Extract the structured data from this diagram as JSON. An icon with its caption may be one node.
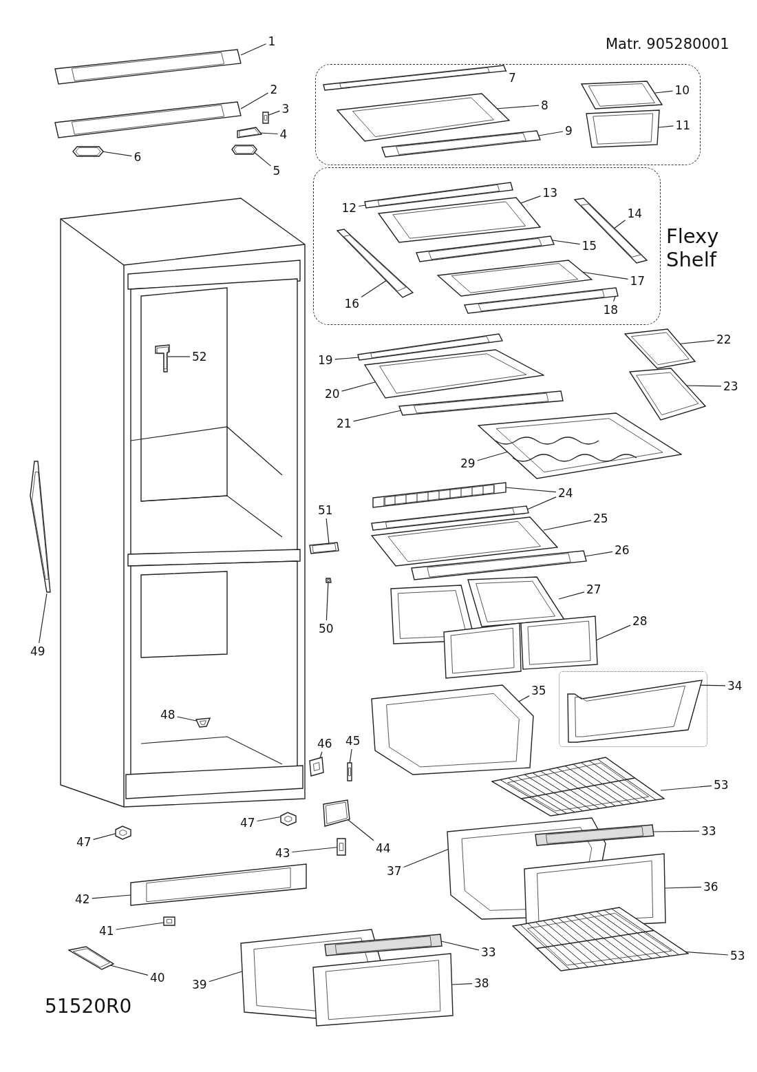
{
  "diagram": {
    "nodes": [
      {
        "text": [],
        "shape": "box"
      },
      {
        "text": [],
        "shape": "box",
        "beside": [
          "Flexy Shelf"
        ]
      },
      {
        "text": [],
        "shape": "box"
      },
      {
        "text": [
          "1"
        ]
      },
      {
        "text": [
          "2"
        ]
      },
      {
        "text": [
          "3"
        ]
      },
      {
        "text": [
          "4"
        ]
      },
      {
        "text": [
          "6"
        ]
      },
      {
        "text": [
          "5"
        ]
      },
      {
        "text": [
          "7"
        ],
        "in": 0
      },
      {
        "text": [
          "8"
        ],
        "in": 0
      },
      {
        "text": [
          "9"
        ],
        "in": 0
      },
      {
        "text": [
          "10"
        ],
        "in": 0
      },
      {
        "text": [
          "11"
        ],
        "in": 0
      },
      {
        "text": [
          "12"
        ],
        "in": 1
      },
      {
        "text": [
          "13"
        ],
        "in": 1
      },
      {
        "text": [
          "14"
        ],
        "in": 1
      },
      {
        "text": [
          "15"
        ],
        "in": 1
      },
      {
        "text": [
          "16"
        ],
        "in": 1
      },
      {
        "text": [
          "17"
        ],
        "in": 1
      },
      {
        "text": [
          "18"
        ],
        "in": 1
      },
      {
        "text": [
          "52"
        ]
      },
      {
        "text": [
          "22"
        ]
      },
      {
        "text": [
          "19"
        ]
      },
      {
        "text": [
          "20"
        ]
      },
      {
        "text": [
          "23"
        ]
      },
      {
        "text": [
          "21"
        ]
      },
      {
        "text": [
          "29"
        ]
      },
      {
        "text": [
          "49"
        ]
      },
      {
        "text": [
          "24"
        ]
      },
      {
        "text": [
          "25"
        ]
      },
      {
        "text": [
          "26"
        ]
      },
      {
        "text": [
          "51"
        ]
      },
      {
        "text": [
          "27"
        ]
      },
      {
        "text": [
          "50"
        ]
      },
      {
        "text": [
          "28"
        ]
      },
      {
        "text": [
          "35"
        ]
      },
      {
        "text": [
          "34"
        ]
      },
      {
        "text": [
          "48"
        ]
      },
      {
        "text": [
          "46"
        ]
      },
      {
        "text": [
          "45"
        ]
      },
      {
        "text": [
          "53"
        ]
      },
      {
        "text": [
          "47"
        ]
      },
      {
        "text": [
          "47"
        ]
      },
      {
        "text": [
          "44"
        ]
      },
      {
        "text": [
          "43"
        ]
      },
      {
        "text": [
          "33"
        ]
      },
      {
        "text": [
          "37"
        ]
      },
      {
        "text": [
          "36"
        ]
      },
      {
        "text": [
          "42"
        ]
      },
      {
        "text": [
          "41"
        ]
      },
      {
        "text": [
          "40"
        ]
      },
      {
        "text": [
          "33"
        ]
      },
      {
        "text": [
          "39"
        ]
      },
      {
        "text": [
          "38"
        ]
      },
      {
        "text": [
          "53"
        ]
      },
      {
        "text": [],
        "shape": "picture"
      },
      {
        "text": [],
        "shape": "picture"
      },
      {
        "text": [],
        "shape": "picture"
      },
      {
        "text": [],
        "shape": "picture"
      },
      {
        "text": [],
        "shape": "picture"
      },
      {
        "text": [],
        "shape": "picture"
      },
      {
        "text": [],
        "shape": "picture",
        "in": 0
      },
      {
        "text": [],
        "shape": "picture",
        "in": 0
      },
      {
        "text": [],
        "shape": "picture",
        "in": 0
      },
      {
        "text": [],
        "shape": "picture",
        "in": 0
      },
      {
        "text": [],
        "shape": "picture",
        "in": 0
      },
      {
        "text": [],
        "shape": "picture",
        "in": 1
      },
      {
        "text": [],
        "shape": "picture",
        "in": 1
      },
      {
        "text": [],
        "shape": "picture",
        "in": 1
      },
      {
        "text": [],
        "shape": "picture",
        "in": 1
      },
      {
        "text": [],
        "shape": "picture",
        "in": 1
      },
      {
        "text": [],
        "shape": "picture",
        "in": 1
      },
      {
        "text": [],
        "shape": "picture",
        "in": 1
      },
      {
        "text": [],
        "shape": "picture"
      },
      {
        "text": [],
        "shape": "picture"
      },
      {
        "text": [],
        "shape": "picture"
      },
      {
        "text": [],
        "shape": "picture"
      },
      {
        "text": [],
        "shape": "picture"
      },
      {
        "text": [],
        "shape": "picture"
      },
      {
        "text": [],
        "shape": "picture"
      },
      {
        "text": [],
        "shape": "picture"
      },
      {
        "text": [],
        "shape": "picture"
      },
      {
        "text": [],
        "shape": "picture"
      },
      {
        "text": [],
        "shape": "picture"
      },
      {
        "text": [],
        "shape": "picture"
      },
      {
        "text": [],
        "shape": "picture"
      },
      {
        "text": [],
        "shape": "picture"
      },
      {
        "text": [],
        "shape": "picture"
      },
      {
        "text": [],
        "shape": "picture"
      },
      {
        "text": [],
        "shape": "picture"
      },
      {
        "text": [],
        "shape": "picture"
      },
      {
        "text": [],
        "shape": "picture"
      },
      {
        "text": [],
        "shape": "picture",
        "in": 2
      },
      {
        "text": [],
        "shape": "picture"
      },
      {
        "text": [],
        "shape": "picture"
      },
      {
        "text": [],
        "shape": "picture"
      },
      {
        "text": [],
        "shape": "picture"
      },
      {
        "text": [],
        "shape": "picture"
      },
      {
        "text": [],
        "shape": "picture"
      },
      {
        "text": [],
        "shape": "picture"
      },
      {
        "text": [],
        "shape": "picture"
      },
      {
        "text": [],
        "shape": "picture"
      },
      {
        "text": [],
        "shape": "picture"
      },
      {
        "text": [],
        "shape": "picture"
      },
      {
        "text": [],
        "shape": "picture"
      },
      {
        "text": [],
        "shape": "picture"
      },
      {
        "text": [],
        "shape": "picture"
      },
      {
        "text": [],
        "shape": "picture"
      },
      {
        "text": [],
        "shape": "picture"
      },
      {
        "text": [],
        "shape": "picture"
      },
      {
        "text": [],
        "shape": "picture"
      }
    ],
    "edges": [
      {
        "from": 3,
        "to": 56,
        "arrow": "none"
      },
      {
        "from": 4,
        "to": 57,
        "arrow": "none"
      },
      {
        "from": 5,
        "to": 58,
        "arrow": "none"
      },
      {
        "from": 6,
        "to": 59,
        "arrow": "none"
      },
      {
        "from": 7,
        "to": 60,
        "arrow": "none"
      },
      {
        "from": 8,
        "to": 61,
        "arrow": "none"
      },
      {
        "from": 9,
        "to": 62,
        "arrow": "none"
      },
      {
        "from": 10,
        "to": 63,
        "arrow": "none"
      },
      {
        "from": 11,
        "to": 64,
        "arrow": "none"
      },
      {
        "from": 12,
        "to": 65,
        "arrow": "none"
      },
      {
        "from": 13,
        "to": 66,
        "arrow": "none"
      },
      {
        "from": 14,
        "to": 67,
        "arrow": "none"
      },
      {
        "from": 15,
        "to": 68,
        "arrow": "none"
      },
      {
        "from": 16,
        "to": 69,
        "arrow": "none"
      },
      {
        "from": 17,
        "to": 70,
        "arrow": "none"
      },
      {
        "from": 18,
        "to": 71,
        "arrow": "none"
      },
      {
        "from": 19,
        "to": 72,
        "arrow": "none"
      },
      {
        "from": 20,
        "to": 73,
        "arrow": "none"
      },
      {
        "from": 21,
        "to": 74,
        "arrow": "none"
      },
      {
        "from": 22,
        "to": 75,
        "arrow": "none"
      },
      {
        "from": 23,
        "to": 76,
        "arrow": "none"
      },
      {
        "from": 24,
        "to": 77,
        "arrow": "none"
      },
      {
        "from": 25,
        "to": 78,
        "arrow": "none"
      },
      {
        "from": 26,
        "to": 79,
        "arrow": "none"
      },
      {
        "from": 27,
        "to": 80,
        "arrow": "none"
      },
      {
        "from": 28,
        "to": 81,
        "arrow": "none"
      },
      {
        "from": 29,
        "to": 82,
        "arrow": "none"
      },
      {
        "from": 29,
        "to": 83,
        "arrow": "none"
      },
      {
        "from": 30,
        "to": 84,
        "arrow": "none"
      },
      {
        "from": 31,
        "to": 85,
        "arrow": "none"
      },
      {
        "from": 32,
        "to": 86,
        "arrow": "none"
      },
      {
        "from": 33,
        "to": 88,
        "arrow": "none"
      },
      {
        "from": 34,
        "to": 91,
        "arrow": "none"
      },
      {
        "from": 35,
        "to": 90,
        "arrow": "none"
      },
      {
        "from": 36,
        "to": 92,
        "arrow": "none"
      },
      {
        "from": 37,
        "to": 93,
        "arrow": "none"
      },
      {
        "from": 38,
        "to": 94,
        "arrow": "none"
      },
      {
        "from": 39,
        "to": 95,
        "arrow": "none"
      },
      {
        "from": 40,
        "to": 96,
        "arrow": "none"
      },
      {
        "from": 41,
        "to": 97,
        "arrow": "none"
      },
      {
        "from": 42,
        "to": 98,
        "arrow": "none"
      },
      {
        "from": 43,
        "to": 99,
        "arrow": "none"
      },
      {
        "from": 44,
        "to": 100,
        "arrow": "none"
      },
      {
        "from": 45,
        "to": 101,
        "arrow": "none"
      },
      {
        "from": 46,
        "to": 103,
        "arrow": "none"
      },
      {
        "from": 47,
        "to": 102,
        "arrow": "none"
      },
      {
        "from": 48,
        "to": 104,
        "arrow": "none"
      },
      {
        "from": 49,
        "to": 105,
        "arrow": "none"
      },
      {
        "from": 50,
        "to": 106,
        "arrow": "none"
      },
      {
        "from": 51,
        "to": 107,
        "arrow": "none"
      },
      {
        "from": 52,
        "to": 109,
        "arrow": "none"
      },
      {
        "from": 53,
        "to": 108,
        "arrow": "none"
      },
      {
        "from": 54,
        "to": 110,
        "arrow": "none"
      },
      {
        "from": 55,
        "to": 111,
        "arrow": "none"
      }
    ],
    "labels": [
      "Matr. 905280001",
      "51520R0"
    ]
  }
}
